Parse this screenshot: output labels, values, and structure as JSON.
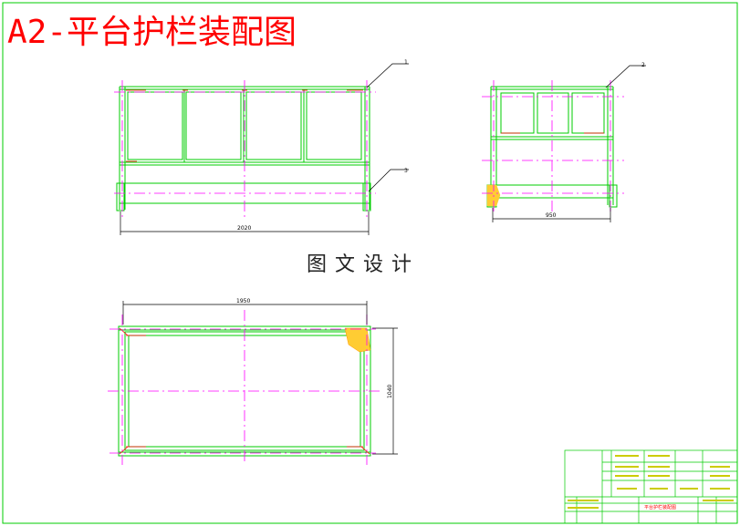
{
  "drawing": {
    "title": "A2-平台护栏装配图",
    "watermark": "图文设计",
    "callouts": {
      "front_top": "1",
      "side_top": "2",
      "front_mid": "3"
    },
    "dimensions": {
      "front_width": "2020",
      "side_width": "950",
      "plan_width": "1950",
      "plan_depth": "1040"
    },
    "title_block": {
      "drawing_name": "平台护栏装配图"
    },
    "colors": {
      "frame": "#00cc00",
      "centerline": "#ff00ff",
      "title": "#ff0000",
      "hatch": "#ffcc33"
    }
  }
}
